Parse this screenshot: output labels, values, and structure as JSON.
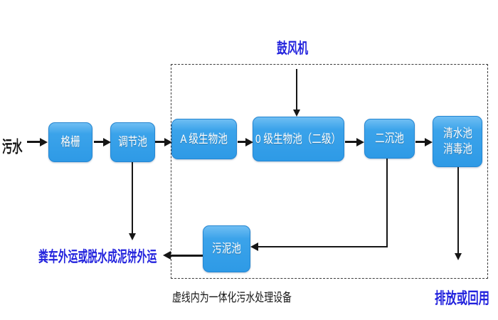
{
  "diagram": {
    "source_label": "污水",
    "blower_label": "鼓风机",
    "nodes": {
      "grid": "格栅",
      "regulating": "调节池",
      "a_bio": "A 级生物池",
      "o_bio": "0 级生物池（二级）",
      "secondary_sedimentation": "二沉池",
      "clear_water_line1": "清水池",
      "clear_water_line2": "消毒池",
      "sludge": "污泥池"
    },
    "labels": {
      "sludge_out": "粪车外运或脱水成泥饼外运",
      "boundary_caption": "虚线内为一体化污水处理设备",
      "discharge": "排放或回用"
    },
    "colors": {
      "node_fill": "#2E9AE6",
      "node_fill_light": "#6FBEF3",
      "node_border": "#2486D2",
      "node_text": "#FFFFFF",
      "blue_text": "#2222DD",
      "black_text": "#141414",
      "connector": "#161616",
      "boundary_dash": "#3B3B3B",
      "background": "#FFFFFF"
    }
  }
}
